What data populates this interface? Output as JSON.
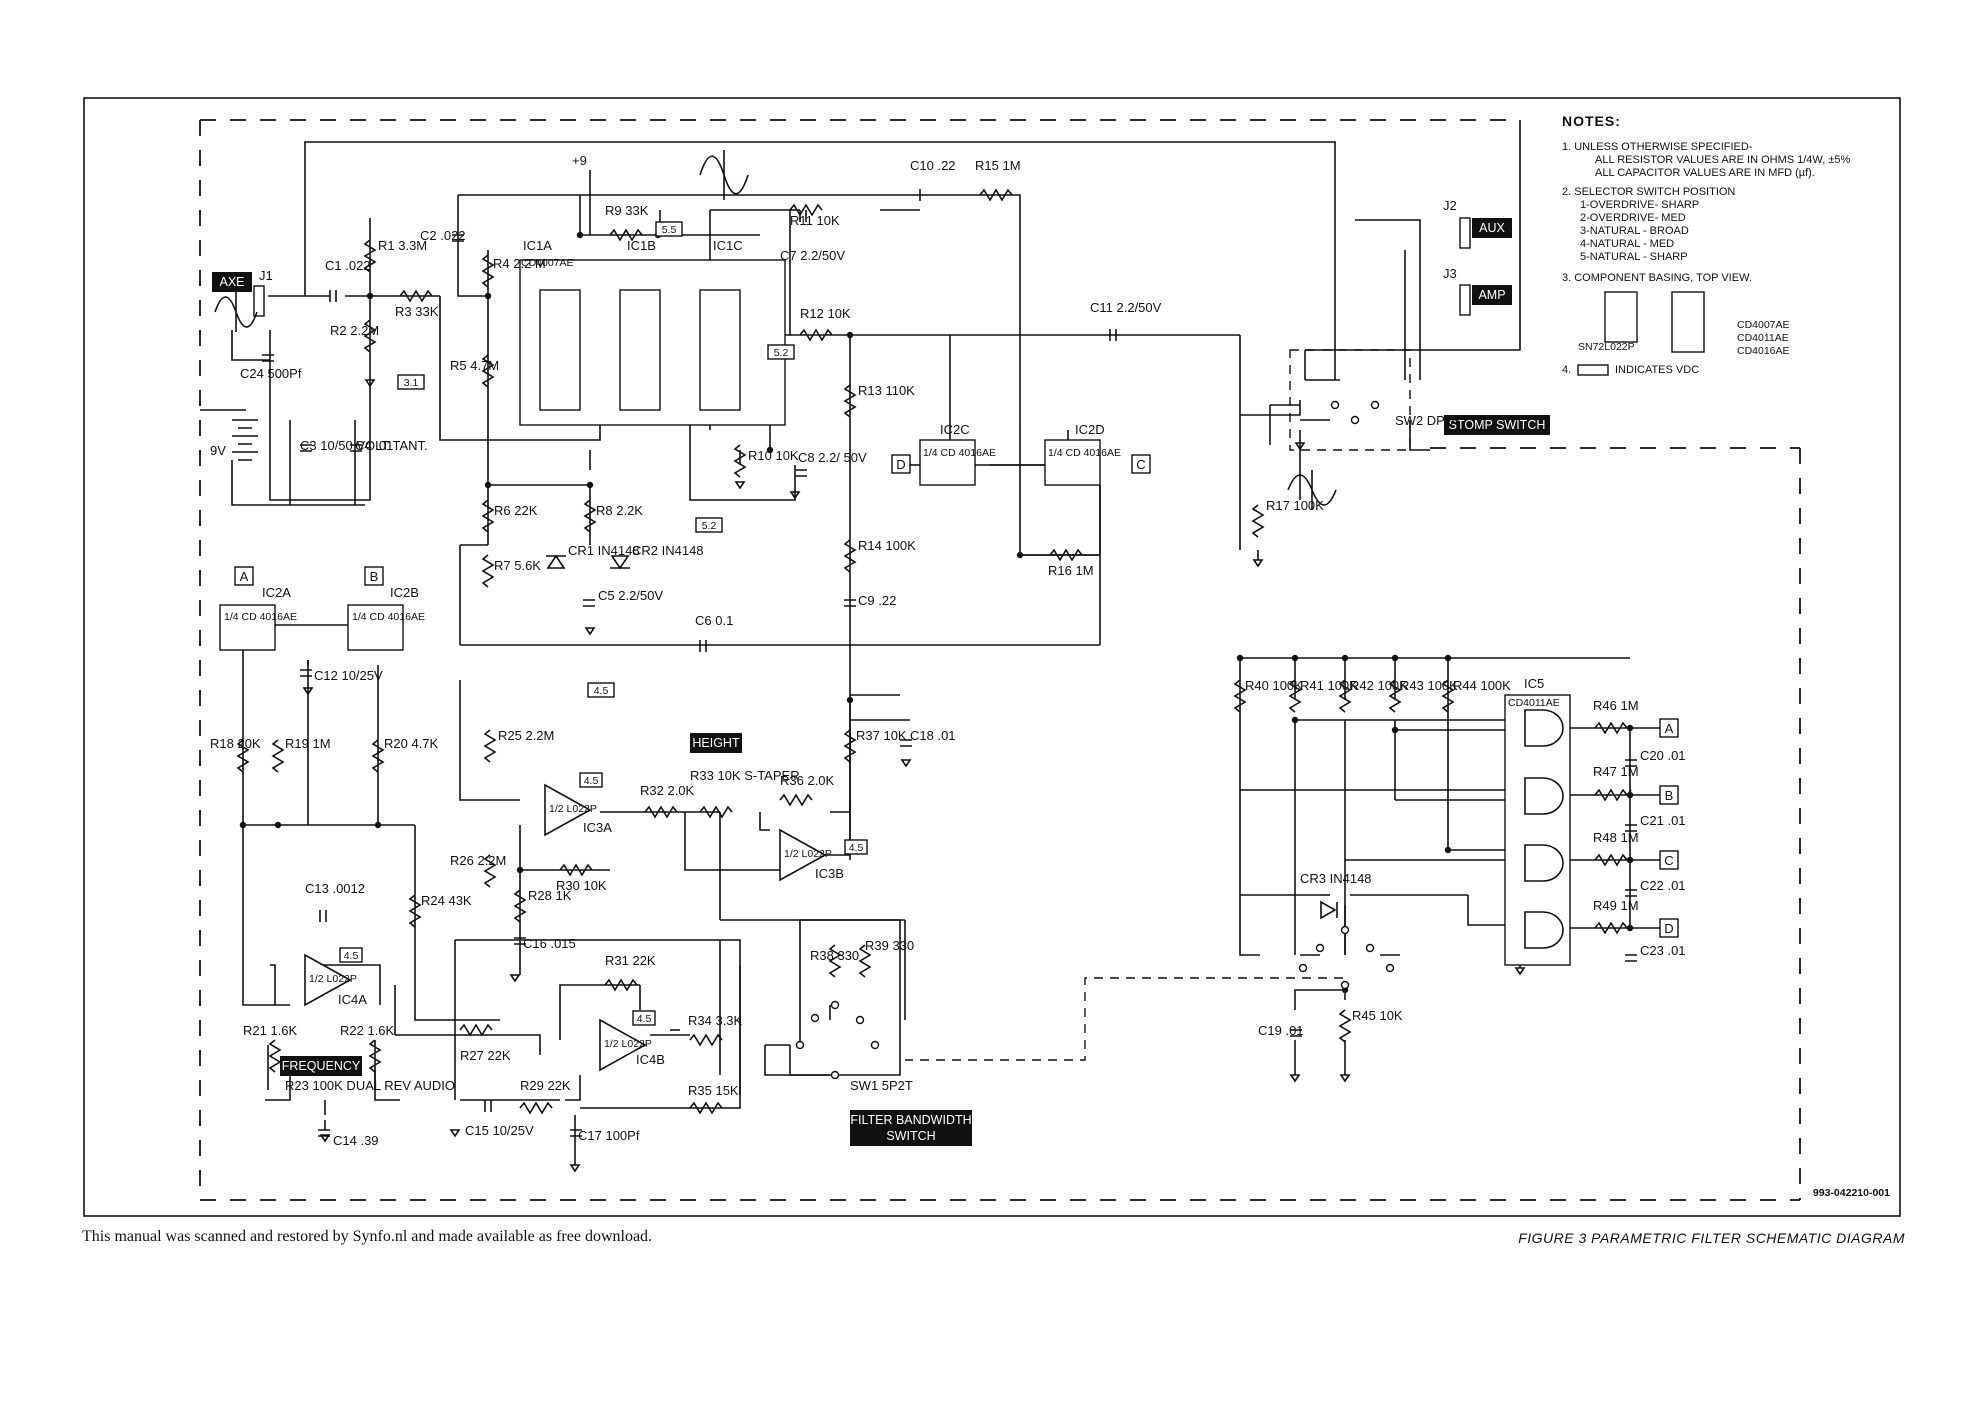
{
  "diagram": {
    "figure_number": "993-042210-001",
    "notes_title": "NOTES:",
    "notes": [
      "1.  UNLESS OTHERWISE SPECIFIED-",
      "ALL RESISTOR VALUES ARE IN OHMS 1/4W, ±5%",
      "ALL CAPACITOR VALUES ARE IN MFD (µf).",
      "2.  SELECTOR SWITCH POSITION",
      "1-OVERDRIVE- SHARP",
      "2-OVERDRIVE- MED",
      "3-NATURAL - BROAD",
      "4-NATURAL - MED",
      "5-NATURAL - SHARP",
      "3.  COMPONENT BASING, TOP VIEW.",
      "4.",
      "INDICATES  VDC"
    ],
    "basing": {
      "ic_left": "SN72L022P",
      "ic_right": [
        "CD4007AE",
        "CD4011AE",
        "CD4016AE"
      ]
    },
    "tags": [
      "AXE",
      "AUX",
      "AMP",
      "STOMP SWITCH",
      "HEIGHT",
      "FREQUENCY",
      "FILTER BANDWIDTH",
      "SWITCH"
    ],
    "ics": [
      {
        "name": "IC1A",
        "text": "CD4007AE"
      },
      {
        "name": "IC1B",
        "text": ""
      },
      {
        "name": "IC1C",
        "text": ""
      },
      {
        "name": "IC2A",
        "text": "1/4 CD 4016AE"
      },
      {
        "name": "IC2B",
        "text": "1/4 CD 4016AE"
      },
      {
        "name": "IC2C",
        "text": "1/4 CD 4016AE"
      },
      {
        "name": "IC2D",
        "text": "1/4 CD 4016AE"
      },
      {
        "name": "IC3A",
        "text": "1/2 L022P"
      },
      {
        "name": "IC3B",
        "text": "1/2 L022P"
      },
      {
        "name": "IC4A",
        "text": "1/2 L022P"
      },
      {
        "name": "IC4B",
        "text": "1/2 L022P"
      },
      {
        "name": "IC5",
        "text": "CD4011AE"
      }
    ],
    "components": [
      "R1 3.3M",
      "R2 2.2M",
      "R3 33K",
      "R4 2.2 M",
      "R5 4.7M",
      "R6 22K",
      "R7 5.6K",
      "R8 2.2K",
      "R9 33K",
      "R10 10K",
      "R11 10K",
      "R12 10K",
      "R13 110K",
      "R14 100K",
      "R15 1M",
      "R16 1M",
      "R17 100K",
      "R18 20K",
      "R19 1M",
      "R20 4.7K",
      "R21 1.6K",
      "R22 1.6K",
      "R23 100K DUAL REV AUDIO",
      "R24 43K",
      "R25 2.2M",
      "R26 2.2M",
      "R27 22K",
      "R28 1K",
      "R29 22K",
      "R30 10K",
      "R31 22K",
      "R32 2.0K",
      "R33 10K S-TAPER",
      "R34 3.3K",
      "R35 15K",
      "R36 2.0K",
      "R37 10K",
      "R38 330",
      "R39 330",
      "R40 100K",
      "R41 100K",
      "R42 100K",
      "R43 100K",
      "R44 100K",
      "R45 10K",
      "R46 1M",
      "R47 1M",
      "R48 1M",
      "R49 1M",
      "C1 .022",
      "C2 .022",
      "C3 10/50 VOLT TANT.",
      "C4 .01",
      "C5 2.2/50V",
      "C6 0.1",
      "C7 2.2/50V",
      "C8 2.2/ 50V",
      "C9 .22",
      "C10 .22",
      "C11 2.2/50V",
      "C12 10/25V",
      "C13 .0012",
      "C14 .39",
      "C15 10/25V",
      "C16 .015",
      "C17 100Pf",
      "C18 .01",
      "C19 .01",
      "C20 .01",
      "C21 .01",
      "C22 .01",
      "C23 .01",
      "C24 500Pf",
      "CR1 IN4148",
      "CR2 IN4148",
      "CR3 IN4148",
      "J1",
      "J2",
      "J3",
      "SW1 5P2T",
      "SW2 DPDT",
      "9V",
      "+9"
    ],
    "voltages": [
      "3.1",
      "5.5",
      "5.2",
      "5.2",
      "4.5",
      "4.5",
      "4.5",
      "4.5",
      "4.5"
    ],
    "ports": [
      "A",
      "B",
      "C",
      "D"
    ]
  },
  "footer": {
    "left": "This manual was scanned and restored by Synfo.nl and made available as free download.",
    "right": "FIGURE 3  PARAMETRIC FILTER SCHEMATIC DIAGRAM"
  }
}
